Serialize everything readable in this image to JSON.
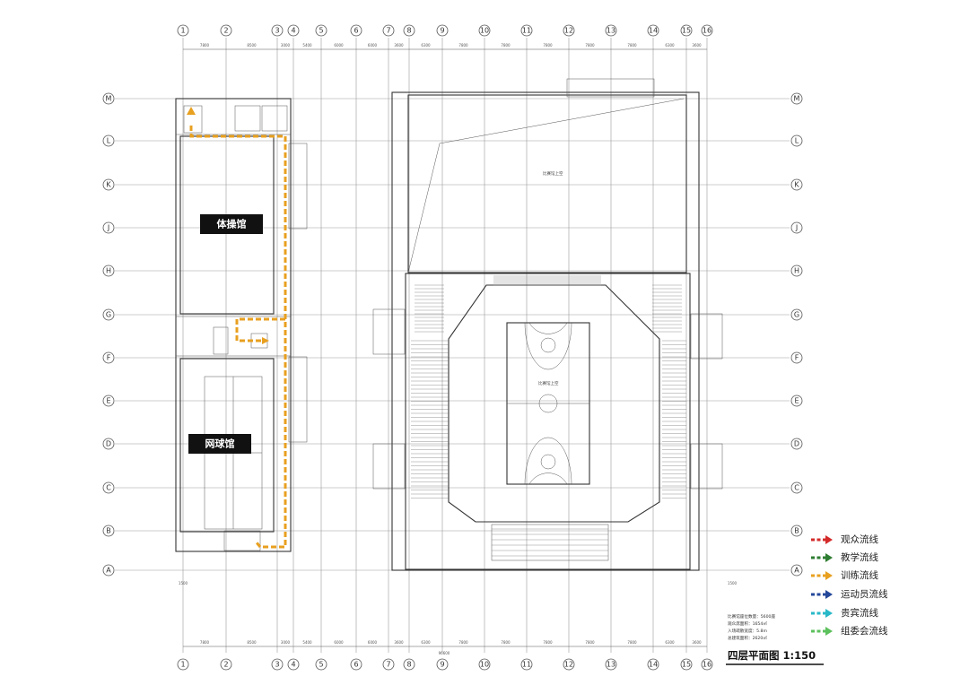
{
  "grid": {
    "columns": [
      "1",
      "2",
      "3",
      "4",
      "5",
      "6",
      "7",
      "8",
      "9",
      "10",
      "11",
      "12",
      "13",
      "14",
      "15",
      "16"
    ],
    "rows": [
      "M",
      "L",
      "K",
      "J",
      "H",
      "G",
      "F",
      "E",
      "D",
      "C",
      "B",
      "A"
    ]
  },
  "dimensions_top": [
    "7800",
    "8500",
    "3000",
    "5400",
    "6000",
    "6000",
    "3600",
    "6300",
    "7800",
    "7800",
    "7800",
    "7800",
    "7800",
    "6300",
    "3600"
  ],
  "dimensions_bottom": [
    "7800",
    "8500",
    "3000",
    "5400",
    "6000",
    "6000",
    "3600",
    "6300",
    "7800",
    "7800",
    "7800",
    "7800",
    "7800",
    "6300",
    "3600"
  ],
  "overall_bottom": "96600",
  "elevation_left": "1500",
  "elevation_right": "1500",
  "rooms": {
    "gymnastics": "体操馆",
    "tennis": "网球馆",
    "arena_upper_void": "比赛馆上空",
    "court_void": "比赛馆上空"
  },
  "legend": [
    {
      "label": "观众流线",
      "color": "#d42a2a"
    },
    {
      "label": "教学流线",
      "color": "#2e7d32"
    },
    {
      "label": "训练流线",
      "color": "#e8a020"
    },
    {
      "label": "运动员流线",
      "color": "#24489a"
    },
    {
      "label": "贵宾流线",
      "color": "#28b8c8"
    },
    {
      "label": "组委会流线",
      "color": "#5cc05c"
    }
  ],
  "stats": [
    "比赛馆座位数量：5600座",
    "观众席面积：1654㎡",
    "入场疏散宽度：5.8m",
    "总建筑面积：2620㎡"
  ],
  "title": "四层平面图  1:150",
  "training_route_color": "#e8a020"
}
